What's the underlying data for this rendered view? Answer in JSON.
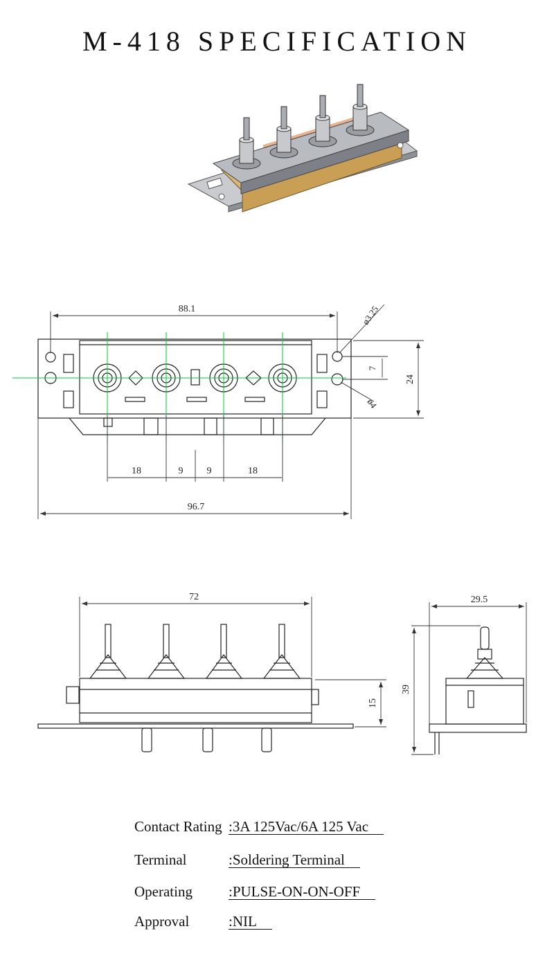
{
  "title": "M-418 SPECIFICATION",
  "dimensions": {
    "top_view": {
      "mounting_hole_span": "88.1",
      "hole_small_dia": "ø3.25",
      "hole_large_dia": "ø4",
      "hole_pitch_v": "7",
      "body_height": "24",
      "pitch_1": "18",
      "pitch_2": "9",
      "pitch_3": "9",
      "pitch_4": "18",
      "overall_width": "96.7"
    },
    "front_view": {
      "body_width": "72",
      "height_above_plate": "15"
    },
    "side_view": {
      "depth": "29.5",
      "total_height": "39"
    }
  },
  "specs": [
    {
      "label": "Contact Rating",
      "value": ":3A 125Vac/6A 125 Vac"
    },
    {
      "label": "Terminal",
      "value": ":Soldering Terminal"
    },
    {
      "label": "Operating",
      "value": ":PULSE-ON-ON-OFF"
    },
    {
      "label": "Approval",
      "value": ":NIL"
    }
  ]
}
